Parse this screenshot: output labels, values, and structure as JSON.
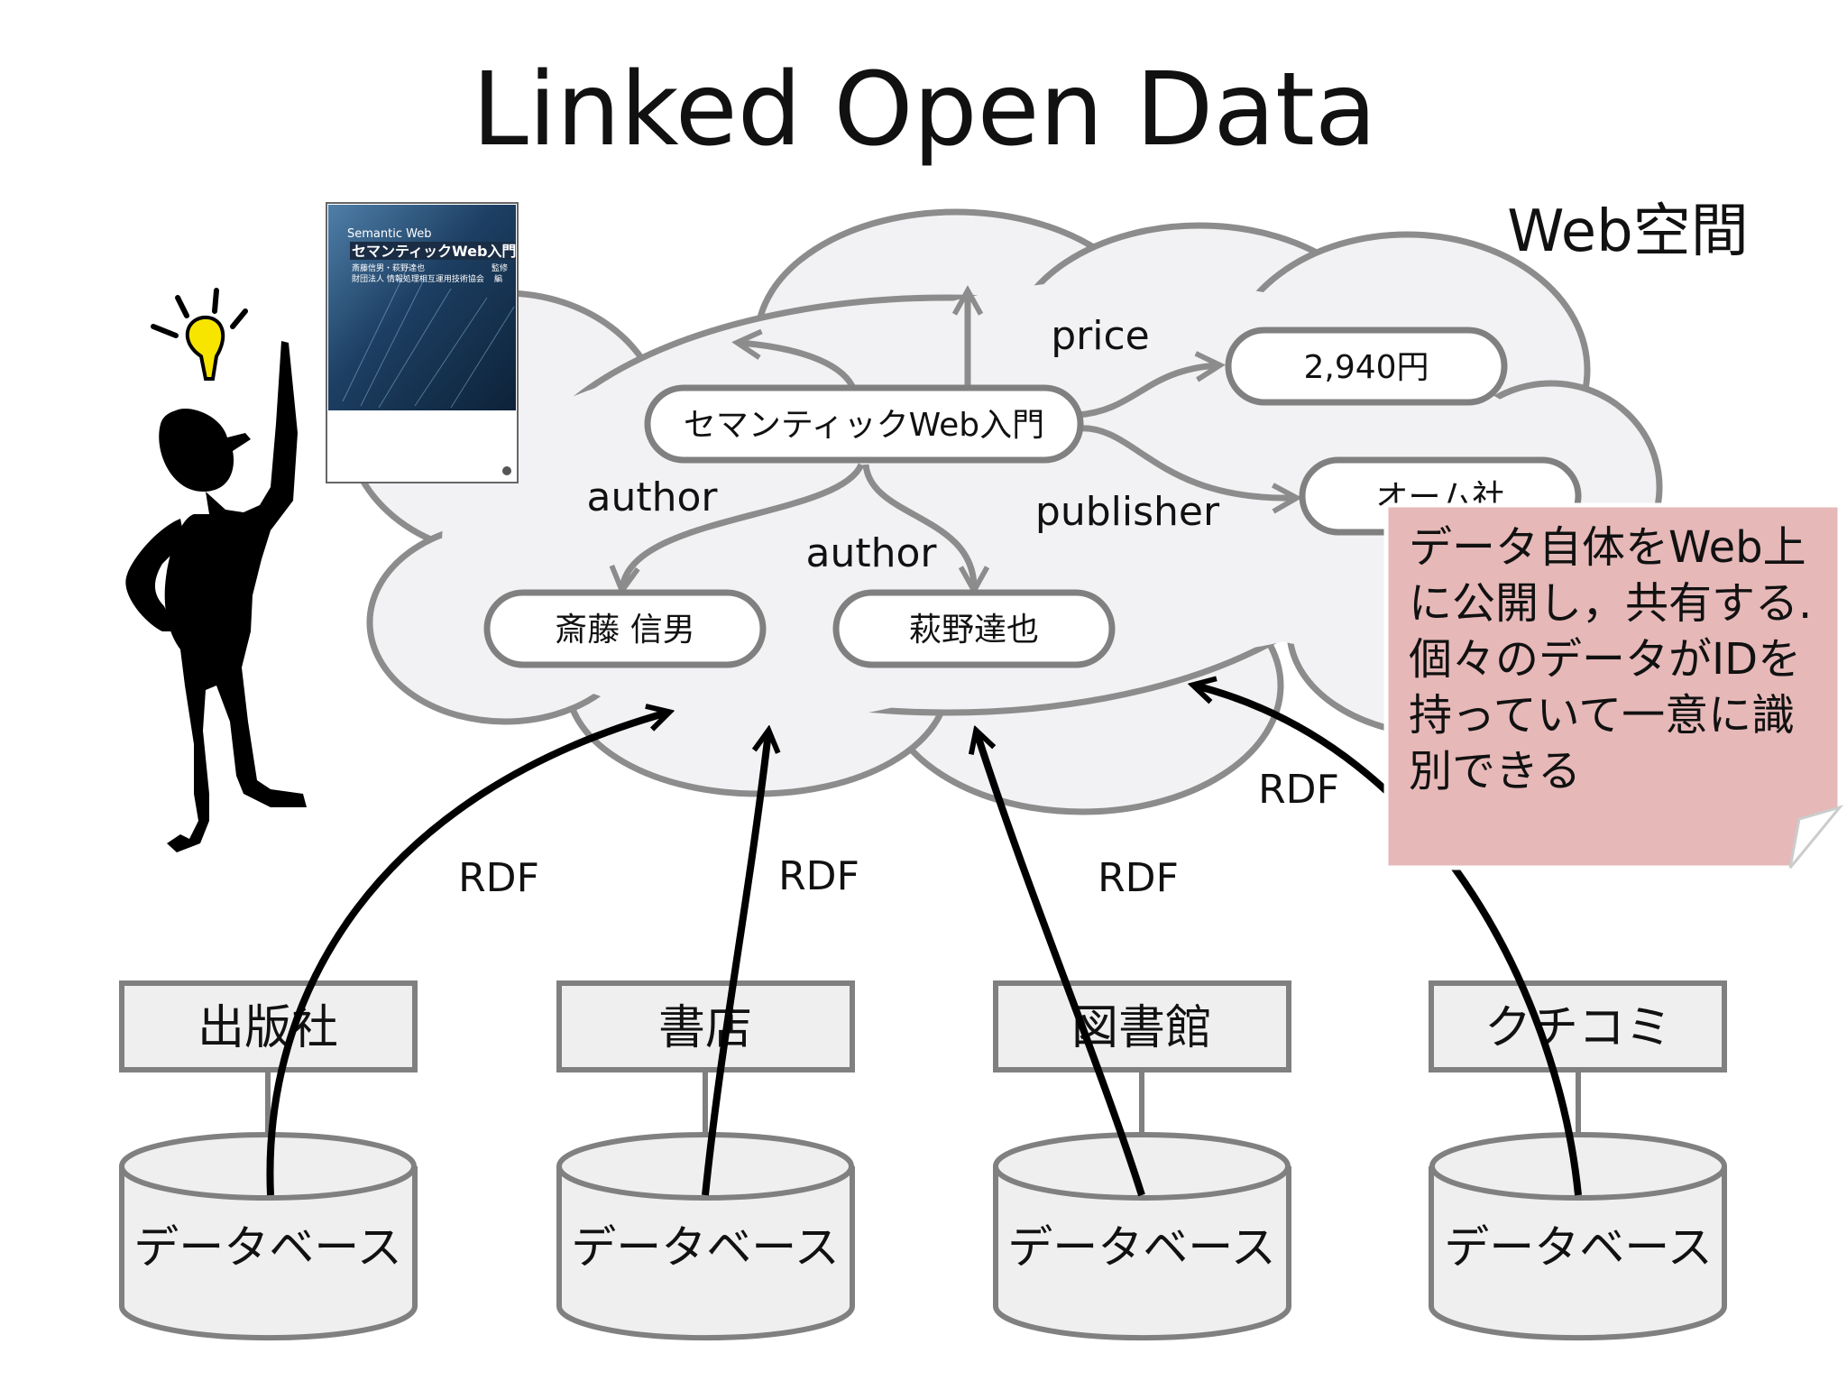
{
  "title": "Linked Open Data",
  "web_space_label": "Web空間",
  "book": {
    "series": "Semantic Web",
    "title": "セマンティックWeb入門",
    "authors_line": "斎藤信男・萩野達也",
    "editor_mark": "監修",
    "publisher_line": "財団法人 情報処理相互運用技術協会",
    "edit_mark": "編"
  },
  "nodes": {
    "book": "セマンティックWeb入門",
    "price_value": "2,940円",
    "publisher_value": "オーム社",
    "author1": "斎藤 信男",
    "author2": "萩野達也"
  },
  "edges": {
    "price": "price",
    "publisher": "publisher",
    "author_left": "author",
    "author_right": "author"
  },
  "rdf_labels": [
    "RDF",
    "RDF",
    "RDF",
    "RDF"
  ],
  "organizations": [
    "出版社",
    "書店",
    "図書館",
    "クチコミ"
  ],
  "database_label": "データベース",
  "note_lines": [
    "データ自体をWeb上",
    "に公開し，共有する.",
    "個々のデータがIDを",
    "持っていて一意に識",
    "別できる"
  ],
  "colors": {
    "cloud_fill": "#f2f2f4",
    "cloud_stroke": "#8c8c8c",
    "node_stroke": "#808080",
    "box_fill": "#efefef",
    "note_fill": "#e6b8b8",
    "bulb": "#f7e500"
  }
}
